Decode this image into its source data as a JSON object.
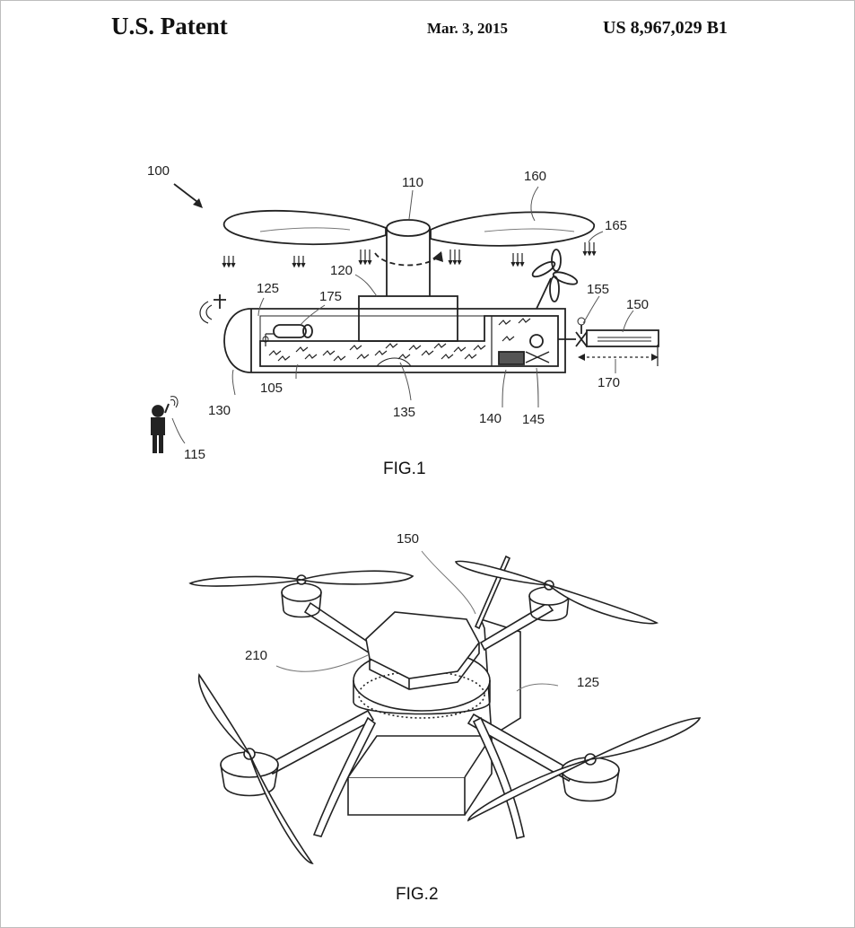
{
  "header": {
    "title": "U.S. Patent",
    "date": "Mar. 3, 2015",
    "number": "US 8,967,029 B1"
  },
  "fig1": {
    "caption": "FIG.1",
    "refs": {
      "r100": "100",
      "r110": "110",
      "r160": "160",
      "r165": "165",
      "r120": "120",
      "r125": "125",
      "r175": "175",
      "r155": "155",
      "r150": "150",
      "r130": "130",
      "r105": "105",
      "r135": "135",
      "r140": "140",
      "r145": "145",
      "r170": "170",
      "r115": "115"
    }
  },
  "fig2": {
    "caption": "FIG.2",
    "refs": {
      "r150": "150",
      "r210": "210",
      "r125": "125"
    }
  }
}
